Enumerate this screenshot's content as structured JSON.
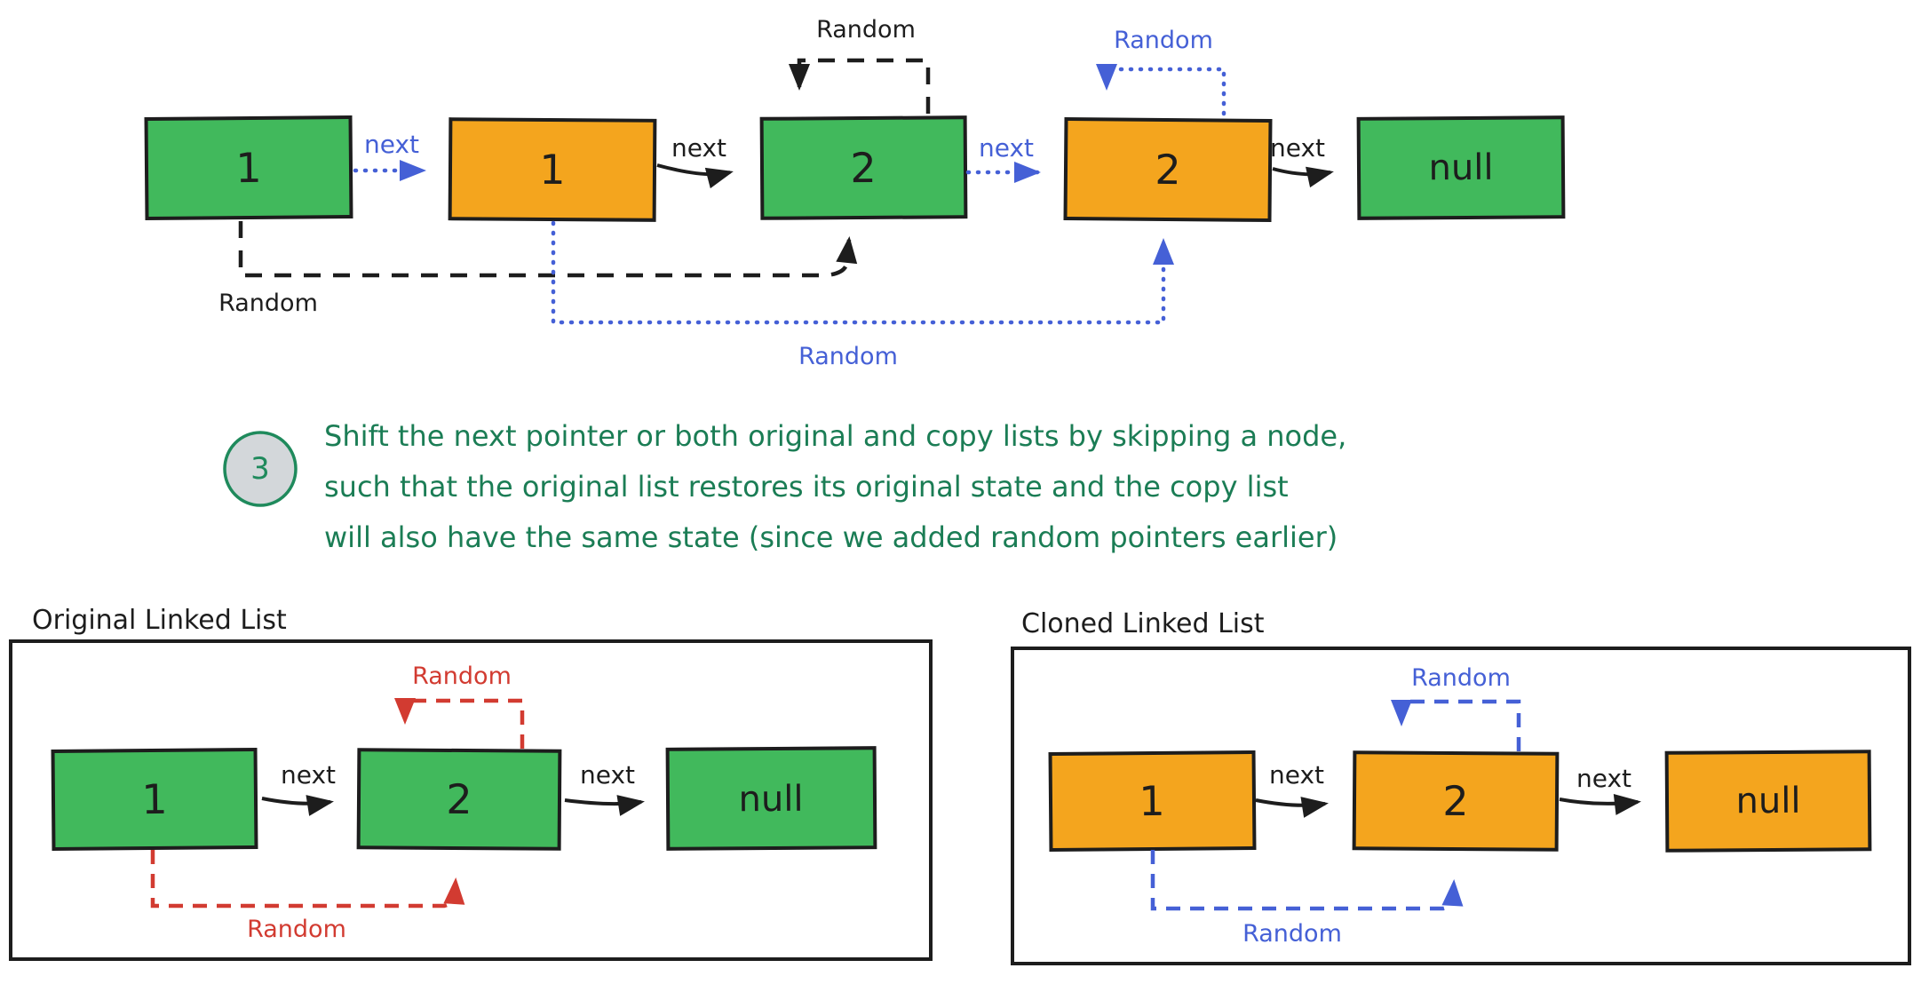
{
  "colors": {
    "green": "#41b95c",
    "orange": "#f4a51e",
    "blue": "#4560d6",
    "red": "#d23b31",
    "teal": "#1b7d55",
    "ink": "#1d1d1d",
    "circle_fill": "#d3d7da",
    "circle_stroke": "#1f8a5c"
  },
  "top_diagram": {
    "nodes": [
      {
        "label": "1",
        "color": "green"
      },
      {
        "label": "1",
        "color": "orange"
      },
      {
        "label": "2",
        "color": "green"
      },
      {
        "label": "2",
        "color": "orange"
      },
      {
        "label": "null",
        "color": "green"
      }
    ],
    "next_labels": [
      "next",
      "next",
      "next",
      "next"
    ],
    "loop_random_original": "Random",
    "loop_random_clone": "Random",
    "bottom_random_original": "Random",
    "bottom_random_clone": "Random"
  },
  "step": {
    "number": "3",
    "lines": [
      "Shift the next pointer or both original and copy lists by skipping a node,",
      "such that the original list restores its original state and the copy list",
      "will also have the same state (since we added random pointers earlier)"
    ]
  },
  "original_list": {
    "title": "Original Linked List",
    "nodes": [
      {
        "label": "1"
      },
      {
        "label": "2"
      },
      {
        "label": "null"
      }
    ],
    "next_labels": [
      "next",
      "next"
    ],
    "loop_random": "Random",
    "bottom_random": "Random"
  },
  "cloned_list": {
    "title": "Cloned Linked List",
    "nodes": [
      {
        "label": "1"
      },
      {
        "label": "2"
      },
      {
        "label": "null"
      }
    ],
    "next_labels": [
      "next",
      "next"
    ],
    "loop_random": "Random",
    "bottom_random": "Random"
  }
}
